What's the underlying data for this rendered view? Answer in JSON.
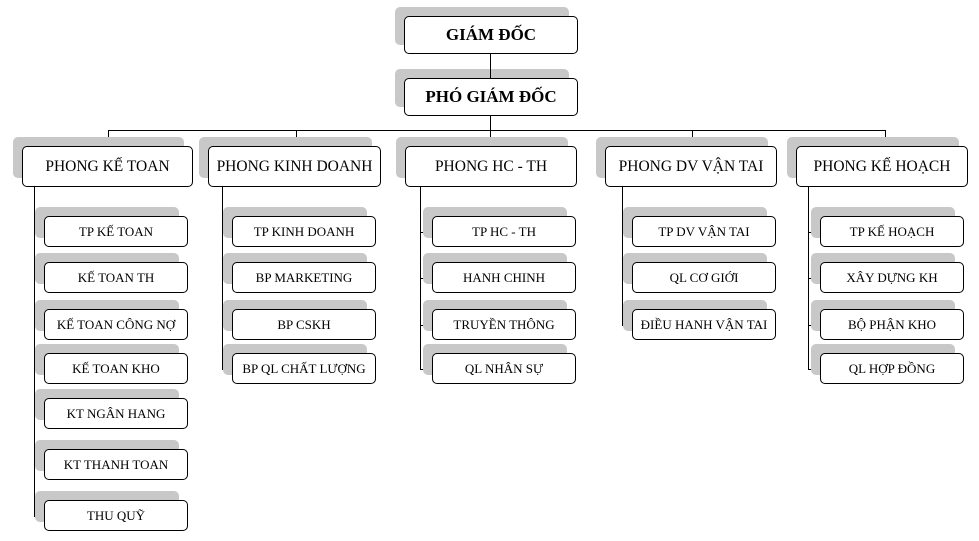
{
  "director": "GIÁM ĐỐC",
  "deputy_director": "PHÓ GIÁM ĐỐC",
  "departments": [
    {
      "name": "PHONG KẾ TOAN",
      "units": [
        "TP KẾ TOAN",
        "KẾ TOAN TH",
        "KẾ TOAN CÔNG NỢ",
        "KẾ TOAN KHO",
        "KT  NGÂN HANG",
        "KT THANH TOAN",
        "THU QUỸ"
      ]
    },
    {
      "name": "PHONG KINH DOANH",
      "units": [
        "TP KINH DOANH",
        "BP MARKETING",
        "BP CSKH",
        "BP QL CHẤT LƯỢNG"
      ]
    },
    {
      "name": "PHONG HC - TH",
      "units": [
        "TP HC - TH",
        "HANH CHINH",
        "TRUYỀN THÔNG",
        "QL NHÂN SỰ"
      ]
    },
    {
      "name": "PHONG DV VẬN TAI",
      "units": [
        "TP DV VẬN TAI",
        "QL CƠ GIỚI",
        "ĐIỀU HANH VẬN TAI"
      ]
    },
    {
      "name": "PHONG KẾ HOẠCH",
      "units": [
        "TP KẾ HOẠCH",
        "XÂY DỰNG KH",
        "BỘ PHẬN KHO",
        "QL HỢP ĐỒNG"
      ]
    }
  ]
}
